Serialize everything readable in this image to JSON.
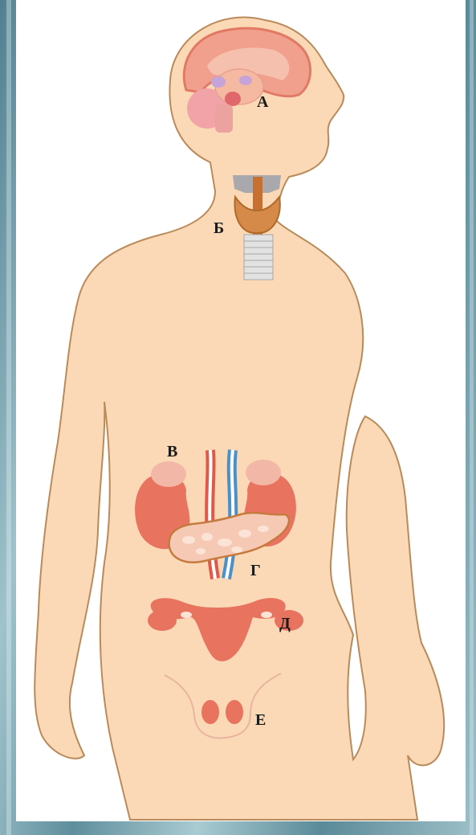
{
  "labels": {
    "pituitary": "А",
    "thyroid": "Б",
    "adrenal": "В",
    "pancreas": "Г",
    "ovaries": "Д",
    "testes": "Е"
  },
  "colors": {
    "skin": "#fcd9b6",
    "outline": "#b98a5a",
    "organ": "#e8735f",
    "organ_light": "#f3b7a8",
    "brain": "#f0a08d",
    "thyroid": "#c87a3c",
    "background": "#ffffff"
  }
}
